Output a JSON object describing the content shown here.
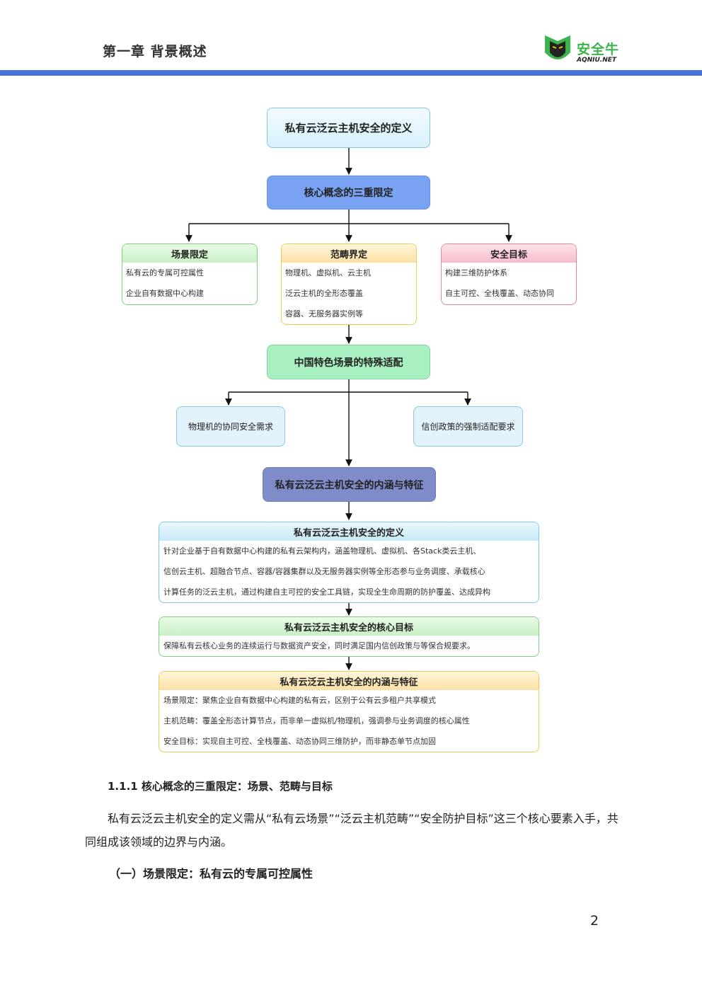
{
  "header": {
    "chapter_title": "第一章  背景概述",
    "logo_text": "安全牛",
    "logo_sub": "AQNIU.NET",
    "bar_color": "#4a73d9"
  },
  "diagram": {
    "definition_title": "私有云泛云主机安全的定义",
    "core_concept": "核心概念的三重限定",
    "columns": [
      {
        "title": "场景限定",
        "items": [
          "私有云的专属可控属性",
          "企业自有数据中心构建"
        ]
      },
      {
        "title": "范畴界定",
        "items": [
          "物理机、虚拟机、云主机",
          "泛云主机的全形态覆盖",
          "容器、无服务器实例等"
        ]
      },
      {
        "title": "安全目标",
        "items": [
          "构建三维防护体系",
          "自主可控、全栈覆盖、动态协同"
        ]
      }
    ],
    "china_adaptation": "中国特色场景的特殊适配",
    "adaptation_items": [
      "物理机的协同安全需求",
      "信创政策的强制适配要求"
    ],
    "connotation_title": "私有云泛云主机安全的内涵与特征",
    "detail_cards": [
      {
        "title": "私有云泛云主机安全的定义",
        "lines": [
          "针对企业基于自有数据中心构建的私有云架构内，涵盖物理机、虚拟机、各Stack类云主机、",
          "信创云主机、超融合节点、容器/容器集群以及无服务器实例等全形态参与业务调度、承载核心",
          "计算任务的泛云主机，通过构建自主可控的安全工具链，实现全生命周期的防护覆盖、达成异构"
        ]
      },
      {
        "title": "私有云泛云主机安全的核心目标",
        "lines": [
          "保障私有云核心业务的连续运行与数据资产安全，同时满足国内信创政策与等保合规要求。"
        ]
      },
      {
        "title": "私有云泛云主机安全的内涵与特征",
        "lines": [
          "场景限定：聚焦企业自有数据中心构建的私有云，区别于公有云多租户共享模式",
          "主机范畴：覆盖全形态计算节点，而非单一虚拟机/物理机，强调参与业务调度的核心属性",
          "安全目标：实现自主可控、全栈覆盖、动态协同三维防护，而非静态单节点加固"
        ]
      }
    ]
  },
  "body": {
    "subsection": "1.1.1  核心概念的三重限定：场景、范畴与目标",
    "paragraph": "私有云泛云主机安全的定义需从“私有云场景”“泛云主机范畴”“安全防护目标”这三个核心要素入手，共同组成该领域的边界与内涵。",
    "section": "（一）场景限定：私有云的专属可控属性"
  },
  "footer": {
    "page_number": "2"
  }
}
